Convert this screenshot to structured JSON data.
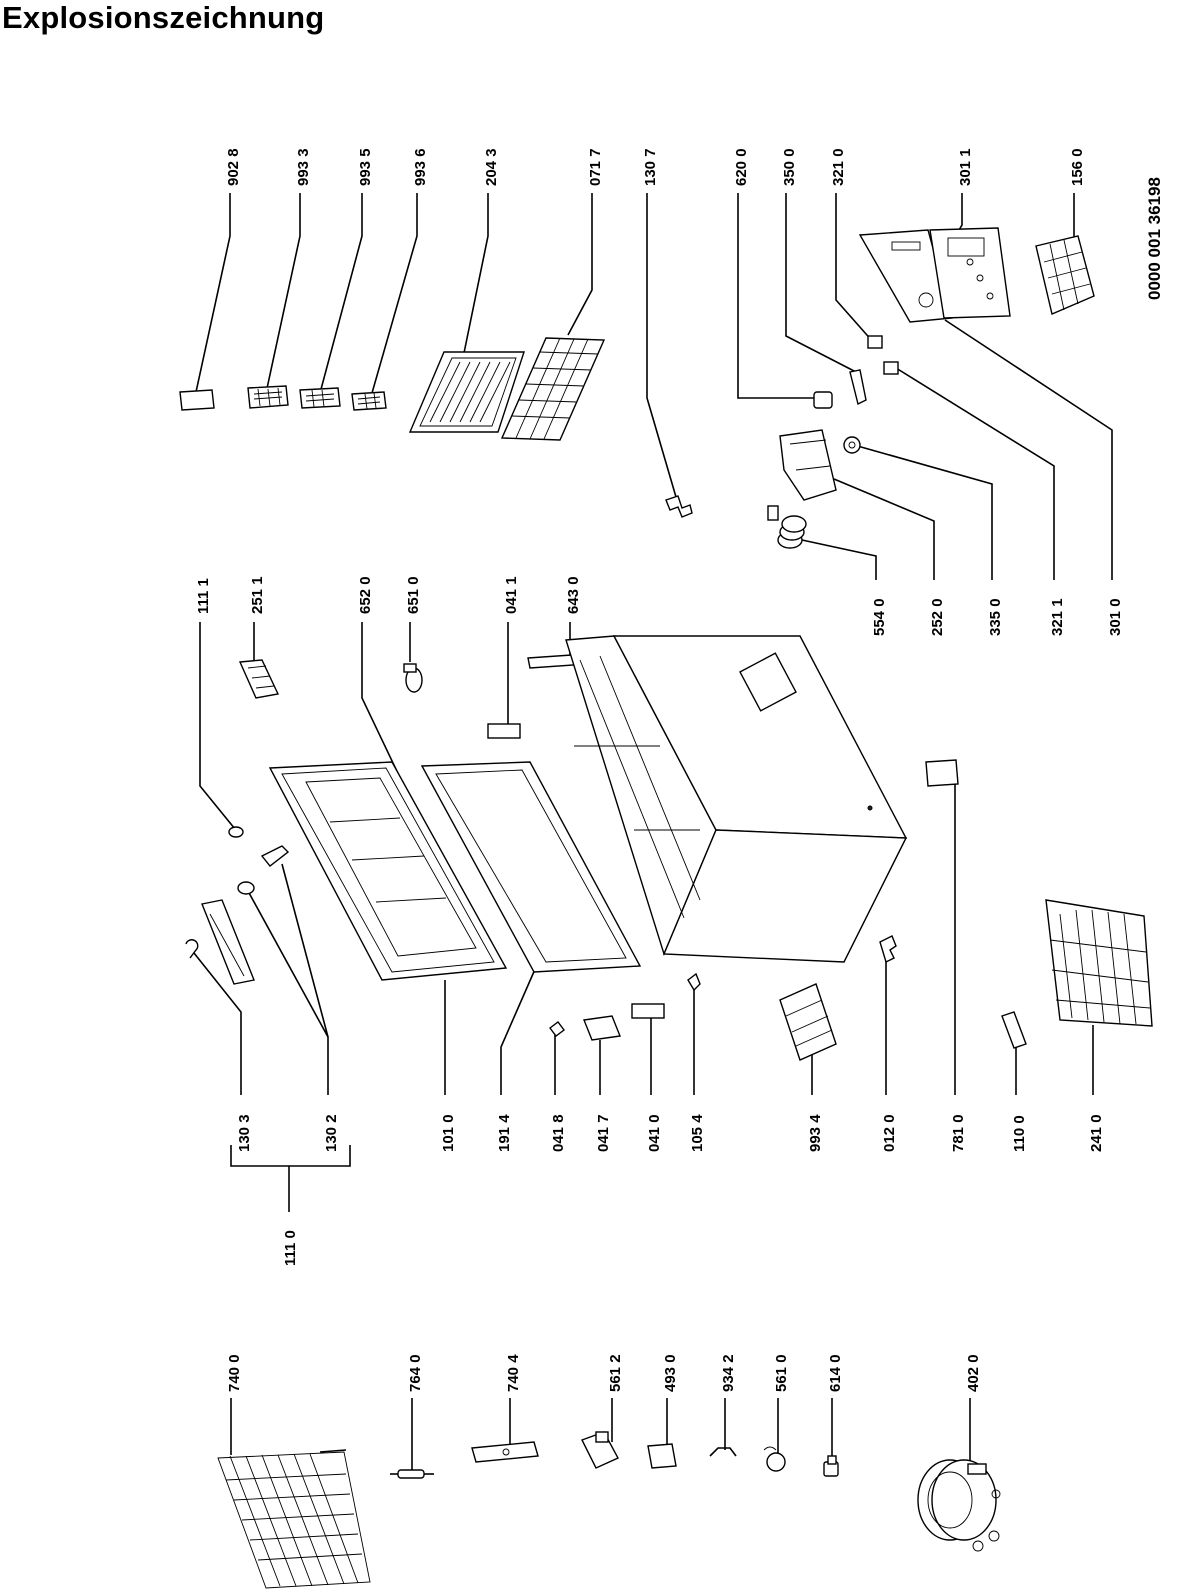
{
  "title": "Explosionszeichnung",
  "document_number": "0000 001 36198",
  "labels": {
    "p9028": "902 8",
    "p9933": "993 3",
    "p9935": "993 5",
    "p9936": "993 6",
    "p2043": "204 3",
    "p0717": "071 7",
    "p1307": "130 7",
    "p6200": "620 0",
    "p3500": "350 0",
    "p3210": "321 0",
    "p3011": "301 1",
    "p1560": "156 0",
    "p1111": "111 1",
    "p2511": "251 1",
    "p6520": "652 0",
    "p6510": "651 0",
    "p0411": "041 1",
    "p6430": "643 0",
    "p5540": "554 0",
    "p2520": "252 0",
    "p3350": "335 0",
    "p3211": "321 1",
    "p3010": "301 0",
    "p1303": "130 3",
    "p1302": "130 2",
    "p1110": "111 0",
    "p1010": "101 0",
    "p1914": "191 4",
    "p0418": "041 8",
    "p0417": "041 7",
    "p0410": "041 0",
    "p1054": "105 4",
    "p9934": "993 4",
    "p0120": "012 0",
    "p7810": "781 0",
    "p1100": "110 0",
    "p2410": "241 0",
    "p7400": "740 0",
    "p7640": "764 0",
    "p7404": "740 4",
    "p5612": "561 2",
    "p4930": "493 0",
    "p9342": "934 2",
    "p5610": "561 0",
    "p6140": "614 0",
    "p4020": "402 0"
  }
}
